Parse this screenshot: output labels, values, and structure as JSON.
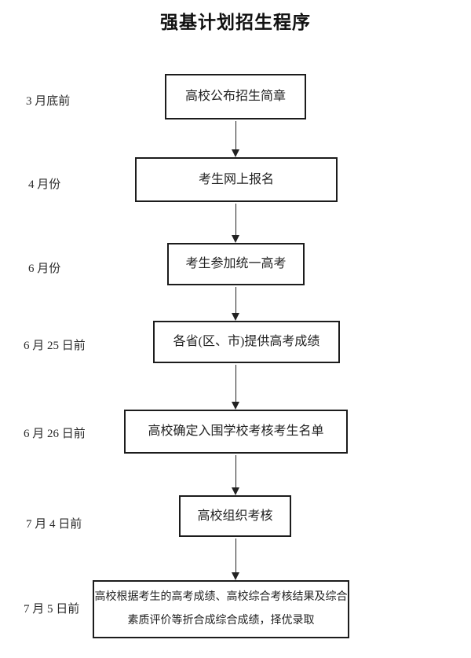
{
  "page": {
    "title": "强基计划招生程序"
  },
  "flowchart": {
    "steps": [
      {
        "date": "3 月底前",
        "lines": [
          "高校公布招生简章"
        ]
      },
      {
        "date": "4 月份",
        "lines": [
          "考生网上报名"
        ]
      },
      {
        "date": "6 月份",
        "lines": [
          "考生参加统一高考"
        ]
      },
      {
        "date": "6 月 25 日前",
        "lines": [
          "各省(区、市)提供高考成绩"
        ]
      },
      {
        "date": "6 月 26 日前",
        "lines": [
          "高校确定入围学校考核考生名单"
        ]
      },
      {
        "date": "7 月 4 日前",
        "lines": [
          "高校组织考核"
        ]
      },
      {
        "date": "7 月 5 日前",
        "lines": [
          "高校根据考生的高考成绩、高校综合考核结果及综合",
          "素质评价等折合成综合成绩，择优录取"
        ]
      }
    ]
  },
  "icons": {
    "connector": "down-arrow"
  },
  "colors": {
    "background": "#ffffff",
    "border": "#1c1c1c",
    "text": "#222222",
    "title_text": "#111111"
  }
}
